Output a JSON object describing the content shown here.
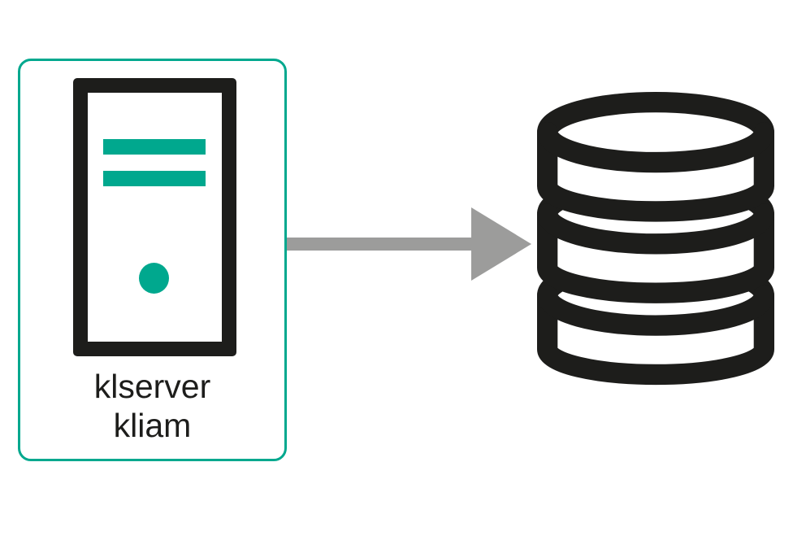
{
  "diagram": {
    "nodes": [
      {
        "id": "server",
        "icon": "server-tower-icon",
        "label_lines": [
          "klserver",
          "kliam"
        ]
      },
      {
        "id": "database",
        "icon": "database-icon",
        "label_lines": []
      }
    ],
    "connections": [
      {
        "from": "server",
        "to": "database",
        "direction": "right",
        "style": "solid-arrow"
      }
    ],
    "colors": {
      "accent_teal": "#00A88E",
      "icon_black": "#1D1D1B",
      "arrow_gray": "#9C9C9B",
      "background": "#FFFFFF"
    }
  }
}
